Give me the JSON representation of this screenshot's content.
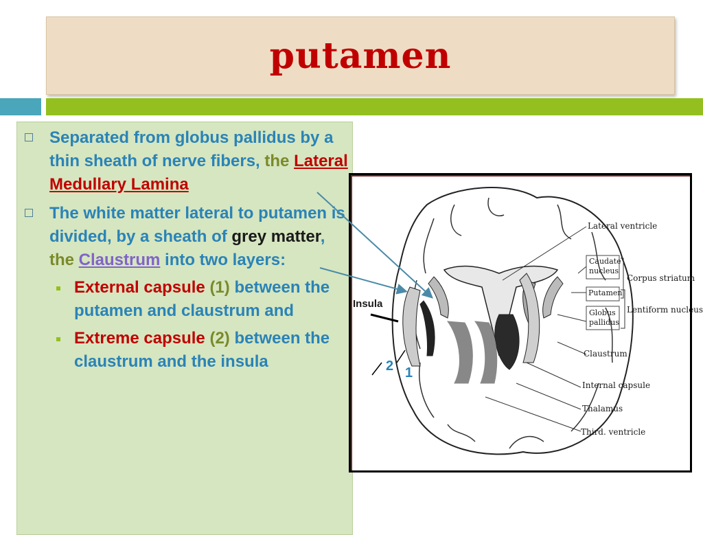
{
  "slide": {
    "title": "putamen"
  },
  "bullets": {
    "p1": {
      "text": "Separated from globus pallidus by a thin sheath of nerve fibers, ",
      "the": "the ",
      "highlight": "Lateral Medullary Lamina"
    },
    "p2": {
      "text_a": "The white matter lateral to putamen is divided, by a sheath of ",
      "grey": "grey matter",
      "comma": ", ",
      "the": "the ",
      "highlight": "Claustrum",
      "text_b": " into two layers:"
    },
    "sub1": {
      "term": "External capsule",
      "num": "(1)",
      "text": " between the putamen and claustrum and"
    },
    "sub2": {
      "term": "Extreme capsule",
      "num": "(2)",
      "text": " between the claustrum and the insula"
    }
  },
  "figure": {
    "insula_label": "Insula",
    "num1": "1",
    "num2": "2",
    "labels": {
      "lateral_ventricle": "Lateral ventricle",
      "caudate_nucleus": "Caudate nucleus",
      "corpus_striatum": "Corpus striatum",
      "putamen": "Putamen",
      "lentiform_nucleus": "Lentiform nucleus",
      "globus_pallidus": "Globus pallidus",
      "claustrum": "Claustrum",
      "internal_capsule": "Internal capsule",
      "thalamus": "Thalamus",
      "third_ventricle": "Third. ventricle"
    }
  },
  "colors": {
    "title": "#c00000",
    "body_text": "#2a83b7",
    "highlight_red": "#c00000",
    "highlight_purple": "#8064c8",
    "content_bg": "#d6e6c0",
    "title_bg": "#efdcc4",
    "accent_green": "#93c01f",
    "accent_teal": "#4aa6ba"
  }
}
